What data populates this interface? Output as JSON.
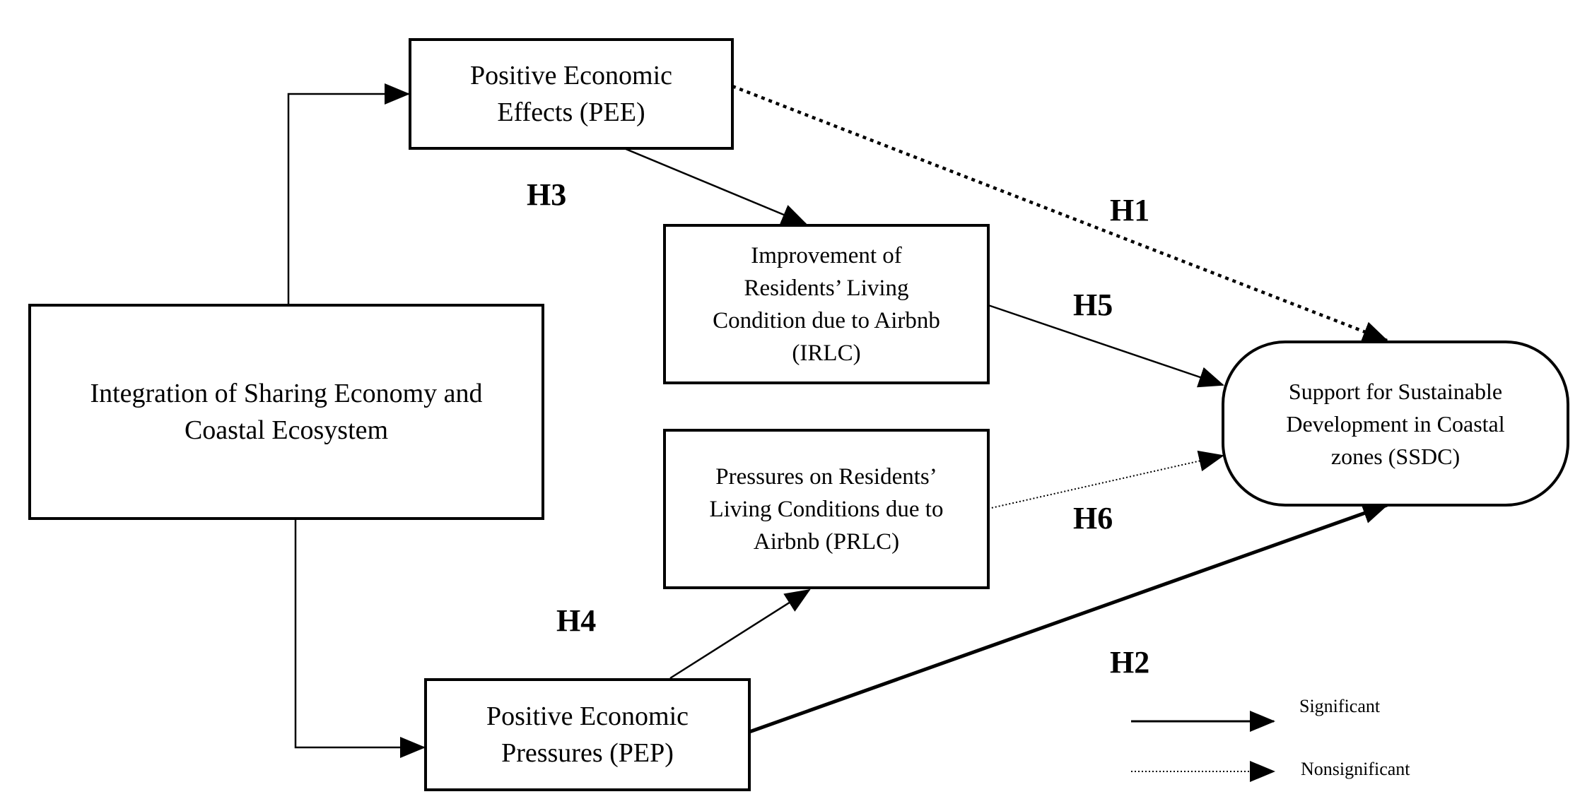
{
  "nodes": {
    "iseco": "Integration of Sharing Economy and\nCoastal Ecosystem",
    "pee": "Positive Economic\nEffects (PEE)",
    "irlc": "Improvement of\nResidents’ Living\nCondition due to Airbnb\n(IRLC)",
    "prlc": "Pressures on Residents’\nLiving Conditions due to\nAirbnb (PRLC)",
    "pep": "Positive Economic\nPressures (PEP)",
    "ssdc": "Support for Sustainable\nDevelopment in Coastal\nzones (SSDC)"
  },
  "hypotheses": {
    "h1": "H1",
    "h2": "H2",
    "h3": "H3",
    "h4": "H4",
    "h5": "H5",
    "h6": "H6"
  },
  "links": [
    {
      "from": "iseco",
      "to": "pee",
      "style": "solid"
    },
    {
      "from": "iseco",
      "to": "pep",
      "style": "solid"
    },
    {
      "from": "pee",
      "to": "irlc",
      "label": "H3",
      "style": "solid"
    },
    {
      "from": "pee",
      "to": "ssdc",
      "label": "H1",
      "style": "dotted"
    },
    {
      "from": "irlc",
      "to": "ssdc",
      "label": "H5",
      "style": "solid"
    },
    {
      "from": "prlc",
      "to": "ssdc",
      "label": "H6",
      "style": "dotted"
    },
    {
      "from": "pep",
      "to": "prlc",
      "label": "H4",
      "style": "solid"
    },
    {
      "from": "pep",
      "to": "ssdc",
      "label": "H2",
      "style": "solid"
    }
  ],
  "legend": {
    "significant": "Significant",
    "nonsignificant": "Nonsignificant"
  }
}
